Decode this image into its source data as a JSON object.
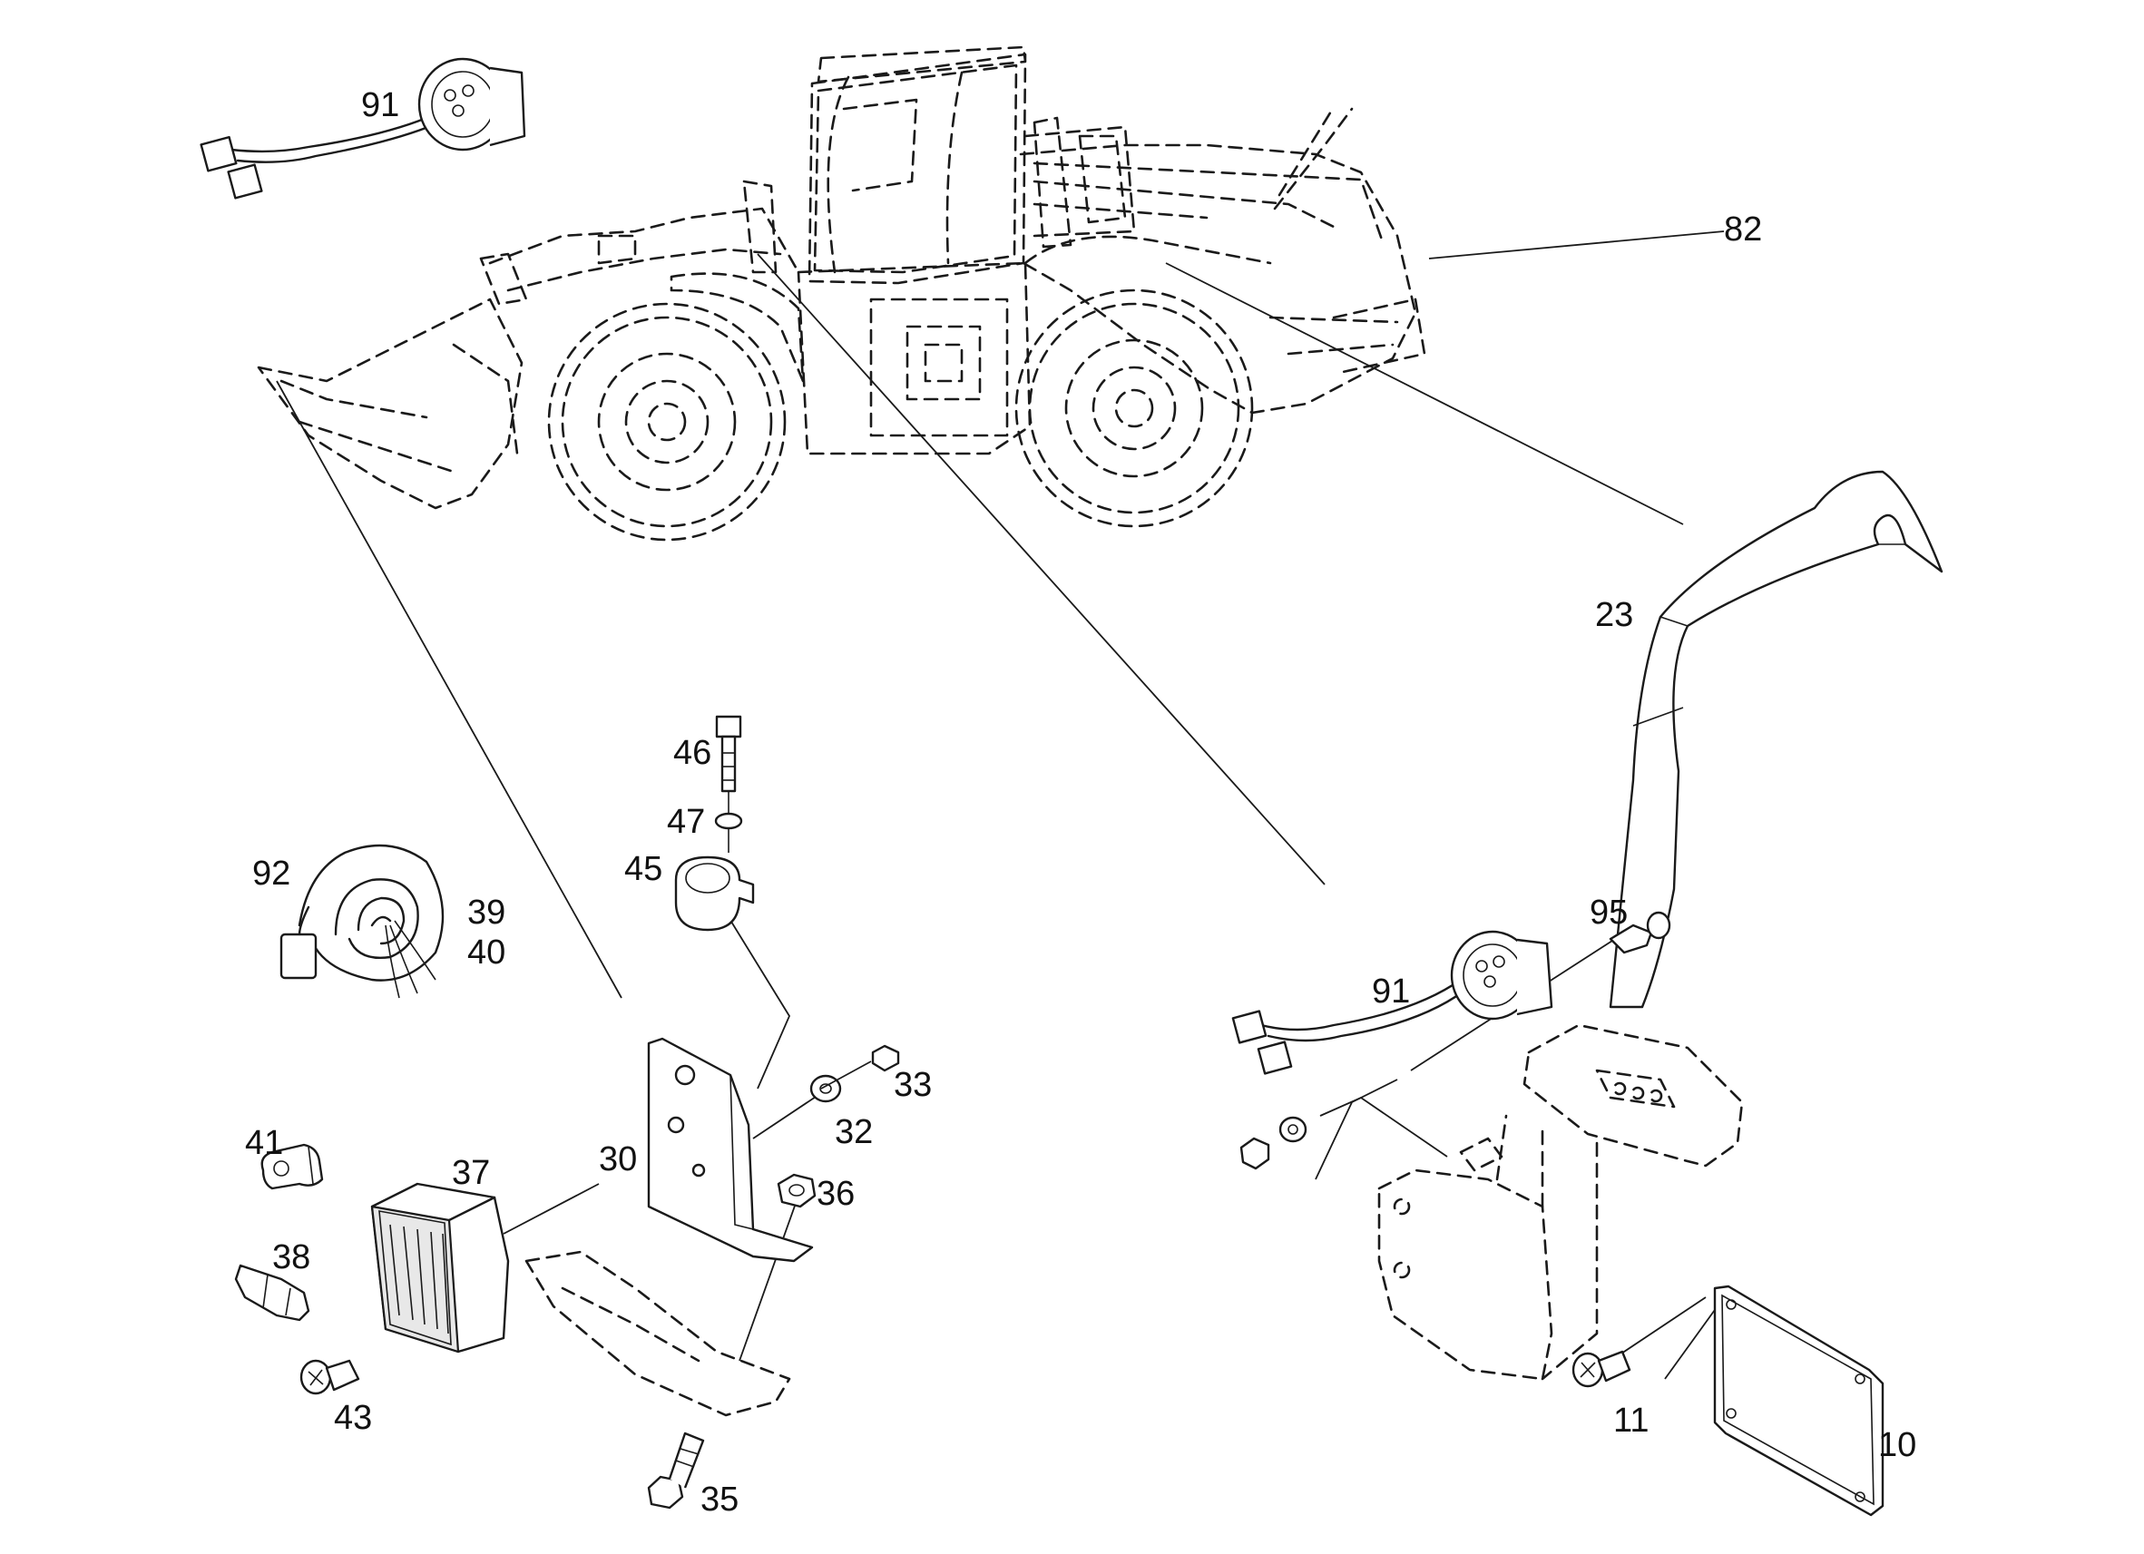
{
  "callouts": [
    {
      "id": "91a",
      "text": "91"
    },
    {
      "id": "82",
      "text": "82"
    },
    {
      "id": "23",
      "text": "23"
    },
    {
      "id": "46",
      "text": "46"
    },
    {
      "id": "47",
      "text": "47"
    },
    {
      "id": "45",
      "text": "45"
    },
    {
      "id": "92",
      "text": "92"
    },
    {
      "id": "39",
      "text": "39"
    },
    {
      "id": "40",
      "text": "40"
    },
    {
      "id": "33",
      "text": "33"
    },
    {
      "id": "32",
      "text": "32"
    },
    {
      "id": "41",
      "text": "41"
    },
    {
      "id": "37",
      "text": "37"
    },
    {
      "id": "30",
      "text": "30"
    },
    {
      "id": "36",
      "text": "36"
    },
    {
      "id": "38",
      "text": "38"
    },
    {
      "id": "43",
      "text": "43"
    },
    {
      "id": "35",
      "text": "35"
    },
    {
      "id": "95",
      "text": "95"
    },
    {
      "id": "91b",
      "text": "91"
    },
    {
      "id": "11",
      "text": "11"
    },
    {
      "id": "10",
      "text": "10"
    }
  ]
}
